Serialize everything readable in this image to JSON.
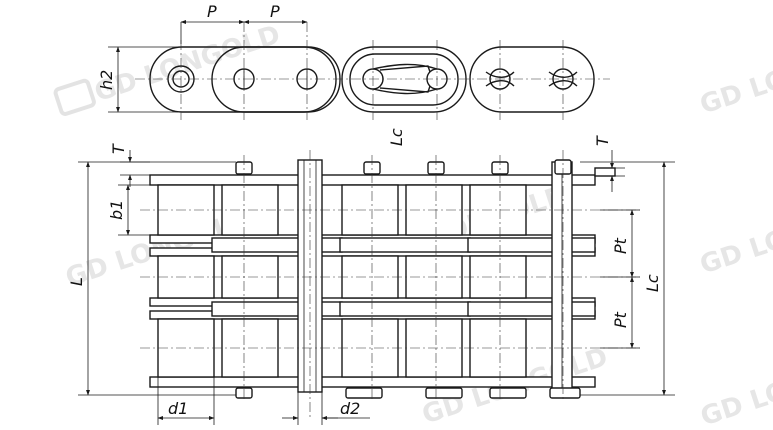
{
  "labels": {
    "p1": "P",
    "p2": "P",
    "h2": "h2",
    "lc_top": "Lc",
    "t_left": "T",
    "t_right": "T",
    "b1": "b1",
    "l": "L",
    "pt1": "Pt",
    "pt2": "Pt",
    "lc_right": "Lc",
    "d1": "d1",
    "d2": "d2"
  },
  "watermark": {
    "brand": "GD LONGOLD"
  }
}
